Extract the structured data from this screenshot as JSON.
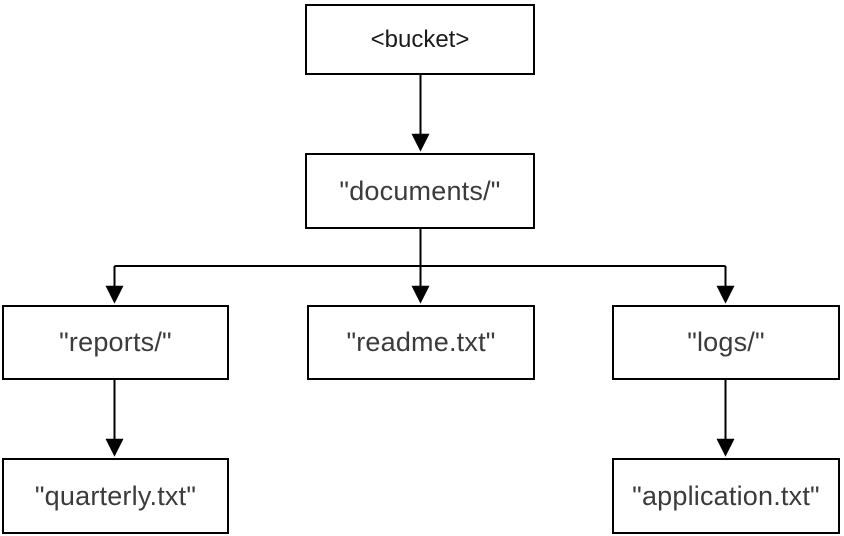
{
  "colors": {
    "background": "#ffffff",
    "box_border": "#000000",
    "connector": "#000000",
    "bucket_text": "#1a1a1a",
    "label_text": "#3b3b3b"
  },
  "nodes": {
    "bucket": {
      "label": "<bucket>"
    },
    "documents": {
      "label": "\"documents/\""
    },
    "reports": {
      "label": "\"reports/\""
    },
    "readme": {
      "label": "\"readme.txt\""
    },
    "logs": {
      "label": "\"logs/\""
    },
    "quarterly": {
      "label": "\"quarterly.txt\""
    },
    "application": {
      "label": "\"application.txt\""
    }
  },
  "edges": [
    {
      "from": "bucket",
      "to": "documents"
    },
    {
      "from": "documents",
      "to": "reports"
    },
    {
      "from": "documents",
      "to": "readme"
    },
    {
      "from": "documents",
      "to": "logs"
    },
    {
      "from": "reports",
      "to": "quarterly"
    },
    {
      "from": "logs",
      "to": "application"
    }
  ]
}
